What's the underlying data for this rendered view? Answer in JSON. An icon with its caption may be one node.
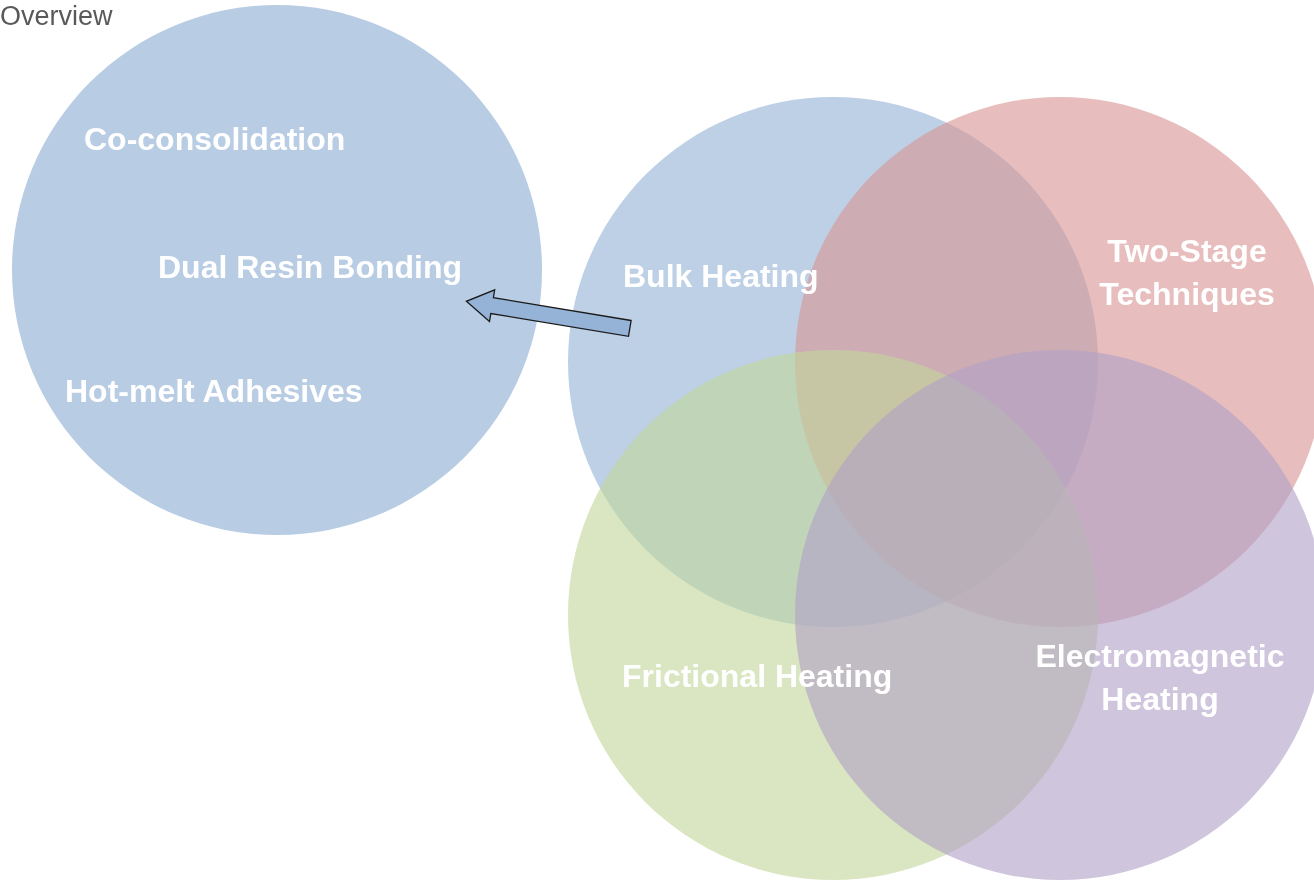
{
  "diagram": {
    "title": "Overview",
    "nodes": [
      {
        "text": [
          "Co-consolidation",
          "Dual Resin Bonding",
          "Hot-melt Adhesives"
        ]
      },
      {
        "text": [
          "Bulk Heating"
        ]
      },
      {
        "text": [
          "Two-Stage Techniques"
        ]
      },
      {
        "text": [
          "Frictional Heating"
        ]
      },
      {
        "text": [
          "Electromagnetic Heating"
        ]
      }
    ],
    "edges": [
      {
        "from": 1,
        "to": 0,
        "arrow": "to"
      }
    ]
  }
}
